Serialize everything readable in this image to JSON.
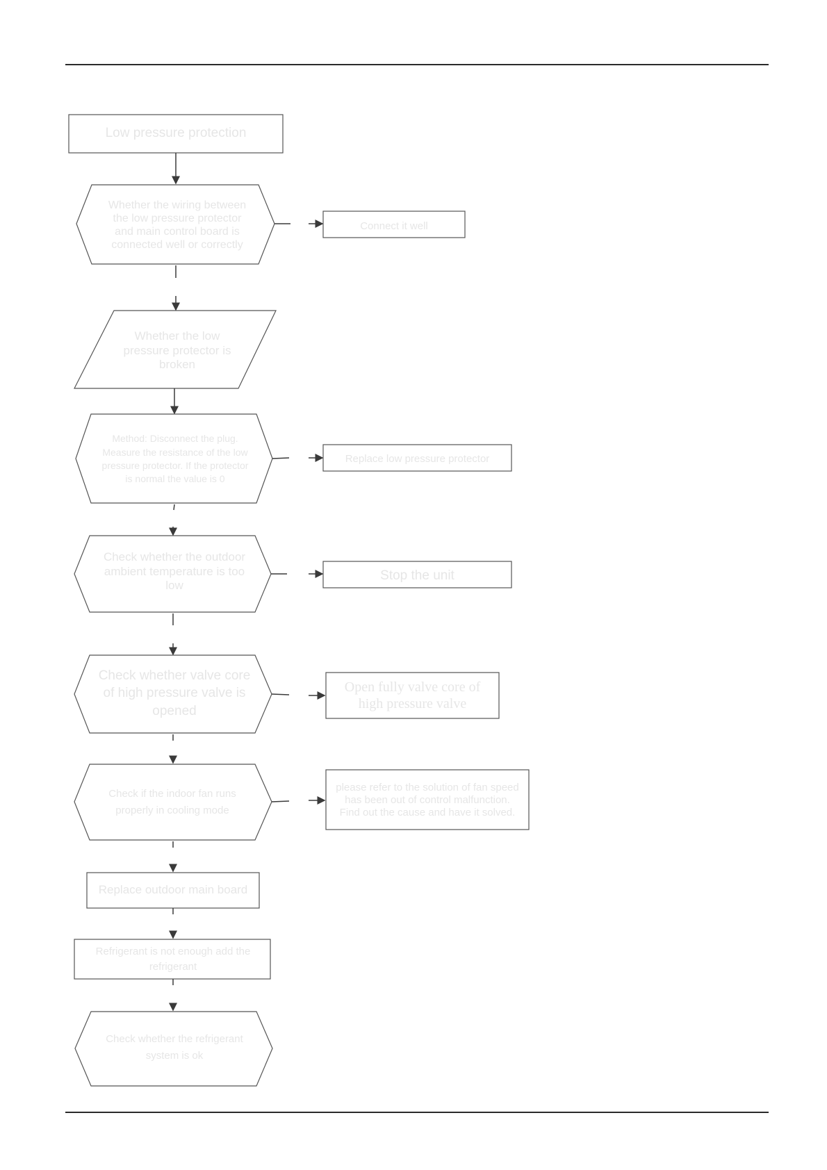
{
  "flowchart": {
    "start": "Low pressure protection",
    "steps": [
      "Whether  the wiring between the low pressure protector and main control board is connected well or correctly",
      "Whether the low pressure protector is broken",
      "Method: Disconnect the plug. Measure the resistance of the low pressure protector. If the protector is normal the value is 0",
      "Check whether the outdoor ambient temperature is too low",
      "Check whether valve core of high pressure valve is opened",
      "Check if the indoor fan runs properly in cooling mode",
      "Replace outdoor main board",
      "Refrigerant is not enough add the refrigerant",
      "Check whether the refrigerant system is ok"
    ],
    "actions": [
      "Connect it well",
      "Replace low pressure protector",
      "Stop the unit",
      "Open fully valve core of high pressure valve",
      "please refer to the solution of fan speed has been out of control malfunction. Find out the cause and have it solved."
    ]
  },
  "colors": {
    "line": "#3a3a3a",
    "shape_stroke": "#555555",
    "text": "#e6e6e6",
    "rule": "#2a2a2a"
  }
}
